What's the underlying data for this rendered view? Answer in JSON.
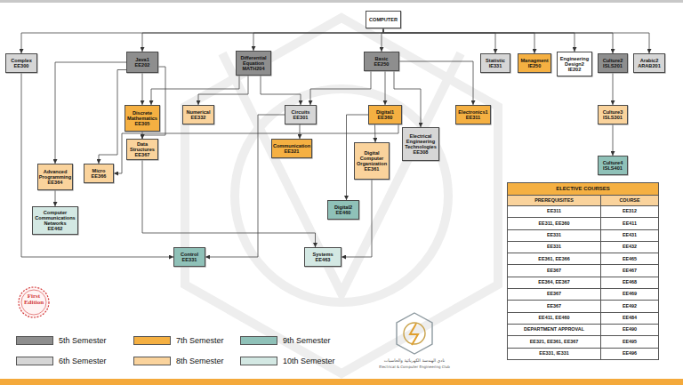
{
  "diagram": {
    "nodes": [
      {
        "text": [
          "COMPUTER"
        ]
      },
      {
        "text": [
          "Complex",
          "EE300"
        ]
      },
      {
        "text": [
          "Java1",
          "EE202"
        ]
      },
      {
        "text": [
          "Differential Equation",
          "MATH204"
        ]
      },
      {
        "text": [
          "Basic",
          "EE250"
        ]
      },
      {
        "text": [
          "Statistic",
          "IE331"
        ]
      },
      {
        "text": [
          "Managment",
          "IE250"
        ]
      },
      {
        "text": [
          "Engineering Design2",
          "IE202"
        ]
      },
      {
        "text": [
          "Culture2",
          "ISLS201"
        ]
      },
      {
        "text": [
          "Arabic2",
          "ARAB201"
        ]
      },
      {
        "text": [
          "Discrete Mathematics",
          "EE305"
        ]
      },
      {
        "text": [
          "Numerical",
          "EE332"
        ]
      },
      {
        "text": [
          "Circuits",
          "EE301"
        ]
      },
      {
        "text": [
          "Digital1",
          "EE360"
        ]
      },
      {
        "text": [
          "Electronics1",
          "EE311"
        ]
      },
      {
        "text": [
          "Culture3",
          "ISLS301"
        ]
      },
      {
        "text": [
          "Electrical Engineering Technologies",
          "EE308"
        ]
      },
      {
        "text": [
          "Data Structures",
          "EE367"
        ]
      },
      {
        "text": [
          "Communication",
          "EE321"
        ]
      },
      {
        "text": [
          "Digital Computer Organization",
          "EE361"
        ]
      },
      {
        "text": [
          "Culture4",
          "ISLS401"
        ]
      },
      {
        "text": [
          "Advanced Programming",
          "EE364"
        ]
      },
      {
        "text": [
          "Micro",
          "EE366"
        ]
      },
      {
        "text": [
          "Computer Communications Networks",
          "EE462"
        ]
      },
      {
        "text": [
          "Digital2",
          "EE460"
        ]
      },
      {
        "text": [
          "Control",
          "EE331"
        ]
      },
      {
        "text": [
          "Systems",
          "EE463"
        ]
      }
    ],
    "edges": [
      {
        "from": 0,
        "to": 1,
        "arrow": "to"
      },
      {
        "from": 0,
        "to": 2,
        "arrow": "to"
      },
      {
        "from": 0,
        "to": 3,
        "arrow": "to"
      },
      {
        "from": 0,
        "to": 4,
        "arrow": "to"
      },
      {
        "from": 0,
        "to": 5,
        "arrow": "to"
      },
      {
        "from": 0,
        "to": 6,
        "arrow": "to"
      },
      {
        "from": 0,
        "to": 7,
        "arrow": "to"
      },
      {
        "from": 0,
        "to": 8,
        "arrow": "to"
      },
      {
        "from": 0,
        "to": 9,
        "arrow": "to"
      },
      {
        "from": 2,
        "to": 21,
        "arrow": "to"
      },
      {
        "from": 2,
        "to": 10,
        "arrow": "to"
      },
      {
        "from": 2,
        "to": 17,
        "arrow": "to"
      },
      {
        "from": 2,
        "to": 22,
        "arrow": "to"
      },
      {
        "from": 3,
        "to": 10,
        "arrow": "to"
      },
      {
        "from": 3,
        "to": 11,
        "arrow": "to"
      },
      {
        "from": 3,
        "to": 12,
        "arrow": "to"
      },
      {
        "from": 4,
        "to": 12,
        "arrow": "to"
      },
      {
        "from": 4,
        "to": 13,
        "arrow": "to"
      },
      {
        "from": 4,
        "to": 16,
        "arrow": "to"
      },
      {
        "from": 4,
        "to": 14,
        "arrow": "to"
      },
      {
        "from": 8,
        "to": 15,
        "arrow": "to"
      },
      {
        "from": 15,
        "to": 20,
        "arrow": "to"
      },
      {
        "from": 12,
        "to": 18,
        "arrow": "to"
      },
      {
        "from": 12,
        "to": 25,
        "arrow": "to"
      },
      {
        "from": 13,
        "to": 19,
        "arrow": "to"
      },
      {
        "from": 13,
        "to": 24,
        "arrow": "to"
      },
      {
        "from": 13,
        "to": 22,
        "arrow": "to"
      },
      {
        "from": 10,
        "to": 17,
        "arrow": "to"
      },
      {
        "from": 21,
        "to": 23,
        "arrow": "to"
      },
      {
        "from": 1,
        "to": 25,
        "arrow": "to"
      },
      {
        "from": 17,
        "to": 26,
        "arrow": "to"
      },
      {
        "from": 19,
        "to": 26,
        "arrow": "to"
      }
    ],
    "labels": [
      "ELECTIVE COURSES",
      "PREREQUISITES",
      "COURSE",
      "EE311",
      "EE312",
      "EE311, EE360",
      "EE411",
      "EE331",
      "EE431",
      "EE331",
      "EE432",
      "EE361, EE366",
      "EE465",
      "EE367",
      "EE467",
      "EE364, EE367",
      "EE468",
      "EE367",
      "EE469",
      "EE367",
      "EE492",
      "EE411, EE460",
      "EE484",
      "DEPARTMENT APPROVAL",
      "EE490",
      "EE321, EE361, EE367",
      "EE495",
      "EE331, IE331",
      "EE496",
      "First Edition",
      "نادي الهندسة الكهربائية والحاسبات",
      "Electrical & Computer Engineering Club"
    ],
    "legend": [
      {
        "text": "5th Semester",
        "color": "#8e8e8e"
      },
      {
        "text": "7th Semester",
        "color": "#f5b042"
      },
      {
        "text": "9th Semester",
        "color": "#8fc1b8"
      },
      {
        "text": "6th Semester",
        "color": "#d6d6d6"
      },
      {
        "text": "8th Semester",
        "color": "#fad39c"
      },
      {
        "text": "10th Semester",
        "color": "#d3e8e3"
      }
    ]
  }
}
